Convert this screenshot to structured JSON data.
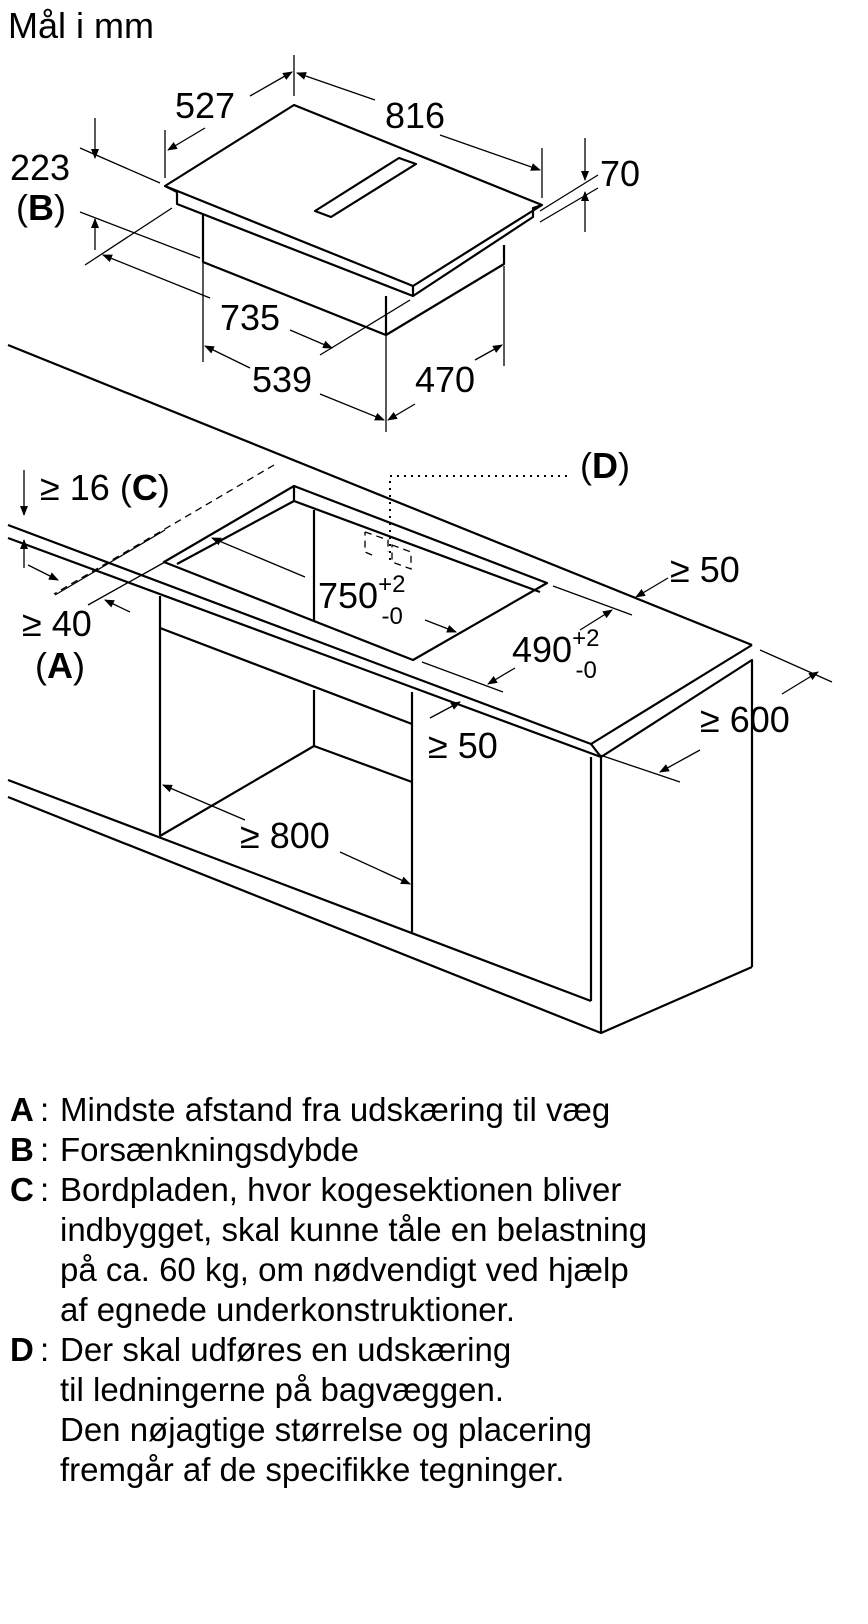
{
  "title": "Mål i mm",
  "hob_dimensions": {
    "width": "816",
    "depth": "527",
    "total_height": "223",
    "total_height_ref": "B",
    "top_thickness": "70",
    "body_width": "735",
    "body_depth_left": "539",
    "body_depth_right": "470"
  },
  "cutout_dimensions": {
    "worktop_thickness": "≥ 16",
    "worktop_ref": "C",
    "wall_distance": "≥ 40",
    "wall_ref": "A",
    "cutout_width": "750",
    "cutout_width_tol_plus": "+2",
    "cutout_width_tol_minus": "-0",
    "cutout_depth": "490",
    "cutout_depth_tol_plus": "+2",
    "cutout_depth_tol_minus": "-0",
    "back_distance": "≥ 50",
    "front_distance": "≥ 50",
    "worktop_depth": "≥ 600",
    "cabinet_width": "≥ 800",
    "cable_ref": "D"
  },
  "legend": [
    {
      "key": "A",
      "lines": [
        "Mindste afstand fra udskæring til væg"
      ]
    },
    {
      "key": "B",
      "lines": [
        "Forsænkningsdybde"
      ]
    },
    {
      "key": "C",
      "lines": [
        "Bordpladen, hvor kogesektionen bliver",
        "indbygget, skal kunne tåle en belastning",
        "på ca. 60 kg, om nødvendigt ved hjælp",
        "af egnede underkonstruktioner."
      ]
    },
    {
      "key": "D",
      "lines": [
        "Der skal udføres en udskæring",
        "til ledningerne på bagvæggen.",
        "Den nøjagtige størrelse og placering",
        "fremgår af de specifikke tegninger."
      ]
    }
  ],
  "colors": {
    "line": "#000000",
    "background": "#ffffff"
  }
}
